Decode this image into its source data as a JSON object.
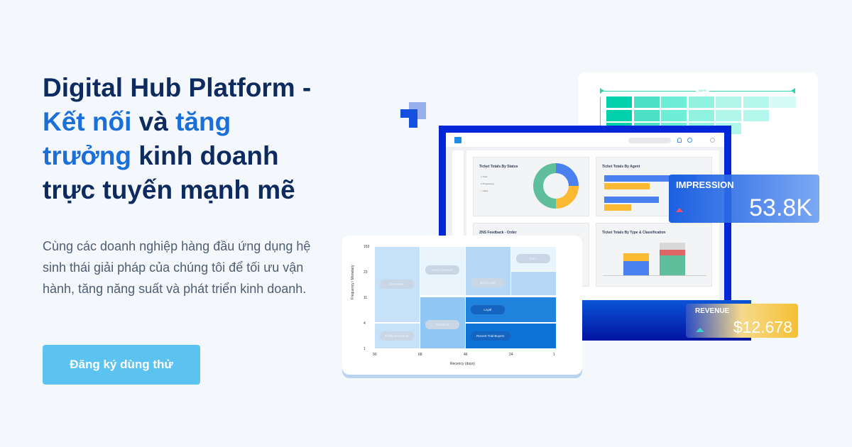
{
  "hero": {
    "title_1": "Digital Hub Platform -",
    "title_2a": "Kết nối",
    "title_2b": " và ",
    "title_2c": "tăng",
    "title_3a": "trưởng",
    "title_3b": " kinh doanh",
    "title_4": "trực tuyến mạnh mẽ",
    "description": "Cùng các doanh nghiệp hàng đầu ứng dụng hệ sinh thái giải pháp của chúng tôi để tối ưu vận hành, tăng năng suất và phát triển kinh doanh.",
    "cta_label": "Đăng ký dùng thử"
  },
  "cohort": {
    "axis_label": "DAYS"
  },
  "dashboard": {
    "cards": [
      "Ticket Totals By Status",
      "Ticket Totals By Agent",
      "ZNS Feedback - Order",
      "Ticket Totals By Type & Classification"
    ],
    "legend": [
      "Open",
      "Progressing",
      "Close"
    ]
  },
  "impression": {
    "label": "IMPRESSION",
    "value": "53.8K",
    "trend": "up"
  },
  "revenue": {
    "label": "REVENUE",
    "value": "$12.678",
    "trend": "up"
  },
  "rfm": {
    "y_label": "Frequency / Monetary",
    "x_label": "Recency (days)",
    "y_ticks": [
      "153",
      "23",
      "11",
      "4",
      "1"
    ],
    "x_ticks": [
      "90",
      "68",
      "46",
      "24",
      "1"
    ],
    "segments": [
      "Dormants",
      "Need Attention",
      "Stars",
      "Most Loyal",
      "Loyal",
      "Thrifty Dormants",
      "Skeptical",
      "Recent Trial Buyers"
    ]
  },
  "colors": {
    "navy": "#0d2b5e",
    "accent": "#1b6fd8",
    "cta": "#5cc3f1",
    "laptop": "#0227d9",
    "teal": "#00d1aa"
  }
}
